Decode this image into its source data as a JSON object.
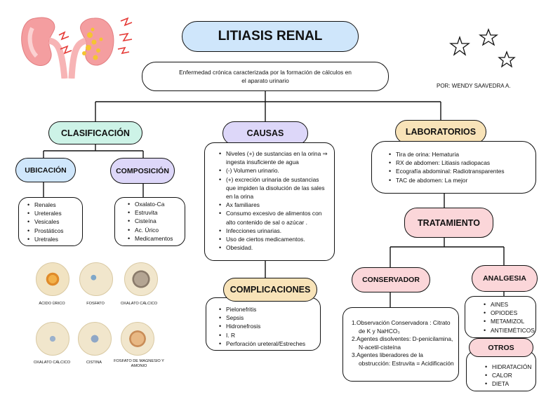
{
  "title": "LITIASIS RENAL",
  "definition": "Enfermedad crónica caracterizada por la formación de cálculos en el aparato urinario",
  "author": "POR: WENDY SAAVEDRA A.",
  "colors": {
    "title_fill": "#cfe6fb",
    "clasificacion_fill": "#cdf3e7",
    "causas_fill": "#ddd7f9",
    "laboratorios_fill": "#f8e3b8",
    "tratamiento_fill": "#fbd6d9",
    "complicaciones_fill": "#f8e3b8",
    "ubicacion_fill": "#cfe6fb",
    "composicion_fill": "#ddd7f9",
    "conservador_fill": "#fbd6d9",
    "analgesia_fill": "#fbd6d9",
    "otros_fill": "#fbd6d9"
  },
  "clasificacion": {
    "label": "CLASIFICACIÓN",
    "ubicacion": {
      "label": "UBICACIÓN",
      "items": [
        "Renales",
        "Ureterales",
        "Vesicales",
        "Prostáticos",
        "Uretrales"
      ]
    },
    "composicion": {
      "label": "COMPOSICIÓN",
      "items": [
        "Oxalato-Ca",
        "Estruvita",
        "Cisteína",
        "Ac. Úrico",
        "Medicamentos"
      ]
    },
    "stones": [
      {
        "caption": "ÁCIDO ÚRICO",
        "icon": "uric-acid-stone-icon"
      },
      {
        "caption": "FOSFATO",
        "icon": "phosphate-stone-icon"
      },
      {
        "caption": "OXALATO CÁLCICO",
        "icon": "calcium-oxalate-stone-icon"
      },
      {
        "caption": "OXALATO CÁLCICO",
        "icon": "calcium-oxalate-crystal-icon"
      },
      {
        "caption": "CISTINA",
        "icon": "cystine-stone-icon"
      },
      {
        "caption": "FOSFATO DE MAGNESIO Y AMONIO",
        "icon": "struvite-stone-icon"
      }
    ]
  },
  "causas": {
    "label": "CAUSAS",
    "items": [
      "Niveles (+) de sustancias en la orina ⇒ ingesta insuficiente de agua",
      "(-) Volumen urinario.",
      "(+) excreción urinaria de sustancias que impiden la disolución de las sales en la orina",
      "Ax familiares",
      "Consumo excesivo de alimentos con alto contenido de sal o azúcar .",
      "Infecciones urinarias.",
      "Uso de ciertos medicamentos.",
      "Obesidad."
    ]
  },
  "complicaciones": {
    "label": "COMPLICACIONES",
    "items": [
      "Pielonefritis",
      "Sepsis",
      "Hidronefrosis",
      "I. R",
      "Perforación ureteral/Estreches"
    ]
  },
  "laboratorios": {
    "label": "LABORATORIOS",
    "items": [
      "Tira de orina: Hematuria",
      "RX de abdomen: Litiasis radiopacas",
      "Ecografía abdominal: Radiotransparentes",
      "TAC de abdomen: La mejor"
    ]
  },
  "tratamiento": {
    "label": "TRATAMIENTO",
    "conservador": {
      "label": "CONSERVADOR",
      "items": [
        "1.Observación Conservadora : Citrato de K y NaHCO₃",
        "2.Agentes disolventes: D-penicilamina, N-acetil-cisteína",
        "3.Agentes liberadores de la obstrucción: Estruvita = Acidificación"
      ]
    },
    "analgesia": {
      "label": "ANALGESIA",
      "items": [
        "AINES",
        "OPIODES",
        "METAMIZOL",
        "ANTIEMÉTICOS"
      ]
    },
    "otros": {
      "label": "OTROS",
      "items": [
        "HIDRATACIÓN",
        "CALOR",
        "DIETA"
      ]
    }
  }
}
